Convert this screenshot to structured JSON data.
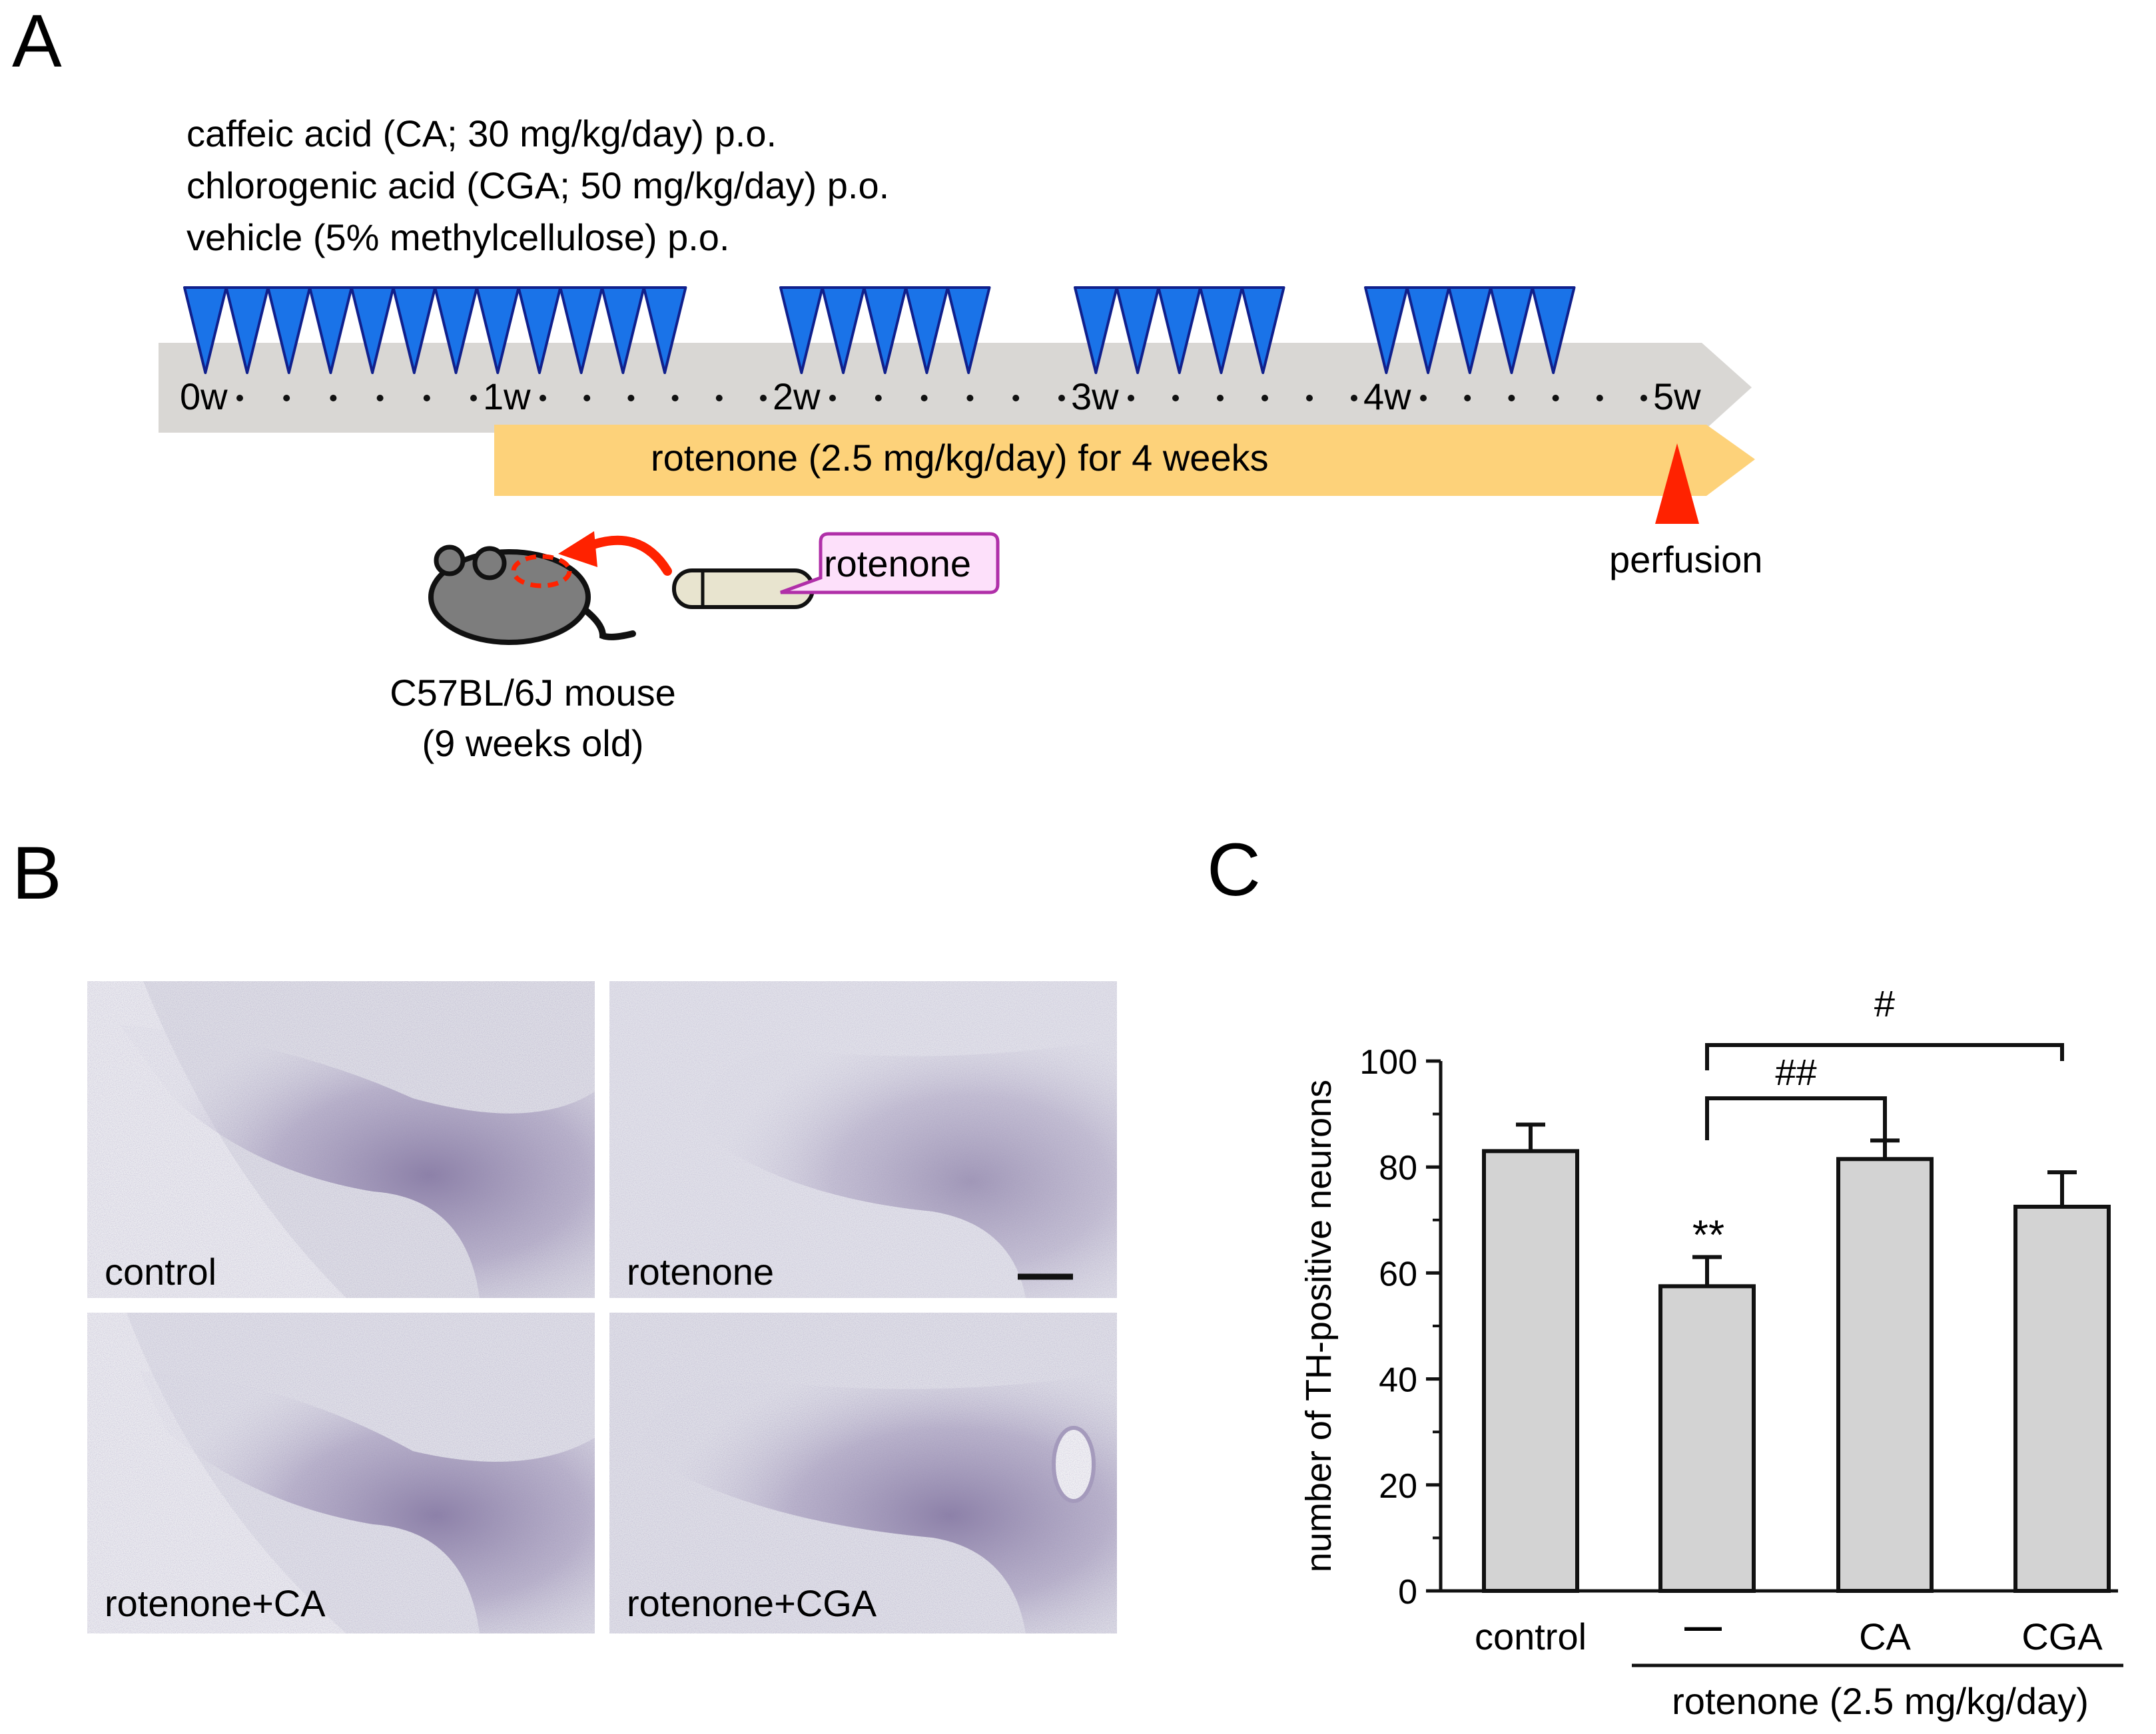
{
  "panel_a": {
    "label": "A",
    "treatments": [
      "caffeic acid (CA; 30 mg/kg/day) p.o.",
      "chlorogenic acid (CGA; 50 mg/kg/day) p.o.",
      "vehicle (5% methylcellulose) p.o."
    ],
    "week_labels": [
      "0w",
      "1w",
      "2w",
      "3w",
      "4w",
      "5w"
    ],
    "dosing_groups": [
      12,
      5,
      5,
      5
    ],
    "rotenone_bar_label": "rotenone (2.5 mg/kg/day) for 4 weeks",
    "perfusion_label": "perfusion",
    "pellet_label": "rotenone",
    "mouse_label_line1": "C57BL/6J mouse",
    "mouse_label_line2": "(9 weeks old)",
    "colors": {
      "dose_marker": "#1a73e8",
      "timeline": "#d9d7d4",
      "rotenone_bar": "#fdd27a",
      "perfusion_marker": "#ff2200",
      "mouse": "#7d7d7d",
      "pellet": "#e8e4cf",
      "bubble_fill": "#fde0fa",
      "bubble_stroke": "#b02fa8"
    }
  },
  "panel_b": {
    "label": "B",
    "images": [
      {
        "caption": "control"
      },
      {
        "caption": "rotenone"
      },
      {
        "caption": "rotenone+CA"
      },
      {
        "caption": "rotenone+CGA"
      }
    ]
  },
  "panel_c": {
    "label": "C"
  },
  "chart_data": {
    "type": "bar",
    "categories": [
      "control",
      "—",
      "CA",
      "CGA"
    ],
    "values": [
      83,
      57.5,
      81.5,
      72.5
    ],
    "errors": [
      5,
      5.5,
      3.5,
      6.5
    ],
    "ylabel": "number of TH-positive neurons",
    "ylim": [
      0,
      100
    ],
    "yticks": [
      0,
      20,
      40,
      60,
      80,
      100
    ],
    "group_label": "rotenone (2.5 mg/kg/day)",
    "annotations": [
      {
        "category": "—",
        "text": "**"
      }
    ],
    "comparisons": [
      {
        "from": "—",
        "to": "CA",
        "text": "##"
      },
      {
        "from": "—",
        "to": "CGA",
        "text": "#"
      }
    ],
    "bar_color": "#d3d3d3"
  }
}
